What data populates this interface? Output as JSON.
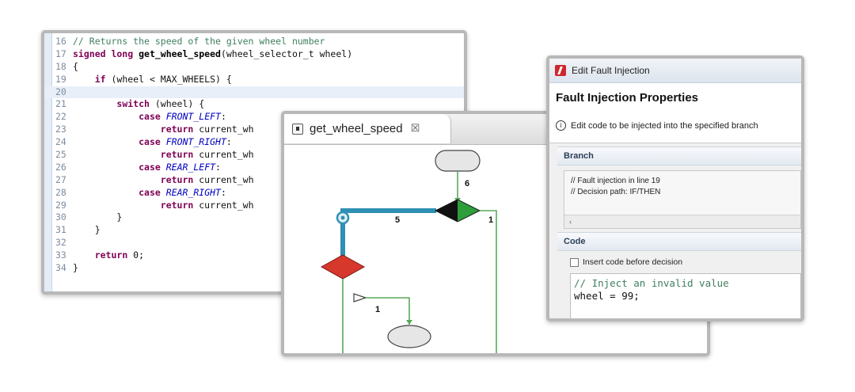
{
  "editor": {
    "lines": [
      {
        "no": "16",
        "segments": [
          {
            "t": "// Returns the speed of the given wheel number",
            "c": "comment"
          }
        ]
      },
      {
        "no": "17",
        "segments": [
          {
            "t": "signed long ",
            "c": "keyword"
          },
          {
            "t": "get_wheel_speed",
            "c": "func"
          },
          {
            "t": "(wheel_selector_t wheel)",
            "c": "param"
          }
        ]
      },
      {
        "no": "18",
        "segments": [
          {
            "t": "{",
            "c": "plain"
          }
        ]
      },
      {
        "no": "19",
        "segments": [
          {
            "t": "    ",
            "c": "plain"
          },
          {
            "t": "if",
            "c": "keyword"
          },
          {
            "t": " (wheel < MAX_WHEELS) {",
            "c": "plain"
          }
        ]
      },
      {
        "no": "20",
        "segments": [
          {
            "t": "",
            "c": "plain"
          }
        ],
        "highlight": true
      },
      {
        "no": "21",
        "segments": [
          {
            "t": "        ",
            "c": "plain"
          },
          {
            "t": "switch",
            "c": "keyword"
          },
          {
            "t": " (wheel) {",
            "c": "plain"
          }
        ]
      },
      {
        "no": "22",
        "segments": [
          {
            "t": "            ",
            "c": "plain"
          },
          {
            "t": "case",
            "c": "keyword"
          },
          {
            "t": " ",
            "c": "plain"
          },
          {
            "t": "FRONT_LEFT",
            "c": "const"
          },
          {
            "t": ":",
            "c": "plain"
          }
        ]
      },
      {
        "no": "23",
        "segments": [
          {
            "t": "                ",
            "c": "plain"
          },
          {
            "t": "return",
            "c": "keyword"
          },
          {
            "t": " current_wh",
            "c": "plain"
          }
        ]
      },
      {
        "no": "24",
        "segments": [
          {
            "t": "            ",
            "c": "plain"
          },
          {
            "t": "case",
            "c": "keyword"
          },
          {
            "t": " ",
            "c": "plain"
          },
          {
            "t": "FRONT_RIGHT",
            "c": "const"
          },
          {
            "t": ":",
            "c": "plain"
          }
        ]
      },
      {
        "no": "25",
        "segments": [
          {
            "t": "                ",
            "c": "plain"
          },
          {
            "t": "return",
            "c": "keyword"
          },
          {
            "t": " current_wh",
            "c": "plain"
          }
        ]
      },
      {
        "no": "26",
        "segments": [
          {
            "t": "            ",
            "c": "plain"
          },
          {
            "t": "case",
            "c": "keyword"
          },
          {
            "t": " ",
            "c": "plain"
          },
          {
            "t": "REAR_LEFT",
            "c": "const"
          },
          {
            "t": ":",
            "c": "plain"
          }
        ]
      },
      {
        "no": "27",
        "segments": [
          {
            "t": "                ",
            "c": "plain"
          },
          {
            "t": "return",
            "c": "keyword"
          },
          {
            "t": " current_wh",
            "c": "plain"
          }
        ]
      },
      {
        "no": "28",
        "segments": [
          {
            "t": "            ",
            "c": "plain"
          },
          {
            "t": "case",
            "c": "keyword"
          },
          {
            "t": " ",
            "c": "plain"
          },
          {
            "t": "REAR_RIGHT",
            "c": "const"
          },
          {
            "t": ":",
            "c": "plain"
          }
        ]
      },
      {
        "no": "29",
        "segments": [
          {
            "t": "                ",
            "c": "plain"
          },
          {
            "t": "return",
            "c": "keyword"
          },
          {
            "t": " current_wh",
            "c": "plain"
          }
        ]
      },
      {
        "no": "30",
        "segments": [
          {
            "t": "        }",
            "c": "plain"
          }
        ]
      },
      {
        "no": "31",
        "segments": [
          {
            "t": "    }",
            "c": "plain"
          }
        ]
      },
      {
        "no": "32",
        "segments": [
          {
            "t": "",
            "c": "plain"
          }
        ]
      },
      {
        "no": "33",
        "segments": [
          {
            "t": "    ",
            "c": "plain"
          },
          {
            "t": "return",
            "c": "keyword"
          },
          {
            "t": " 0;",
            "c": "plain"
          }
        ]
      },
      {
        "no": "34",
        "segments": [
          {
            "t": "}",
            "c": "plain"
          }
        ]
      }
    ]
  },
  "flow": {
    "tab_label": "get_wheel_speed",
    "tab_close": "☒",
    "edge_labels": {
      "top": "6",
      "left_branch": "5",
      "right_branch": "1",
      "lower": "1"
    },
    "colors": {
      "highlight_path": "#2f8fb4",
      "green": "#2e9e3a",
      "red": "#d6382c",
      "edge": "#5aa85a"
    }
  },
  "dialog": {
    "title": "Edit Fault Injection",
    "heading": "Fault Injection Properties",
    "info": "Edit code to be injected into the specified branch",
    "branch_header": "Branch",
    "branch_text": "// Fault injection in line 19\n// Decision path: IF/THEN",
    "branch_scroll": "‹",
    "code_header": "Code",
    "checkbox_label": "Insert code before decision",
    "code_comment": "// Inject an invalid value",
    "code_line": "wheel = 99;"
  }
}
